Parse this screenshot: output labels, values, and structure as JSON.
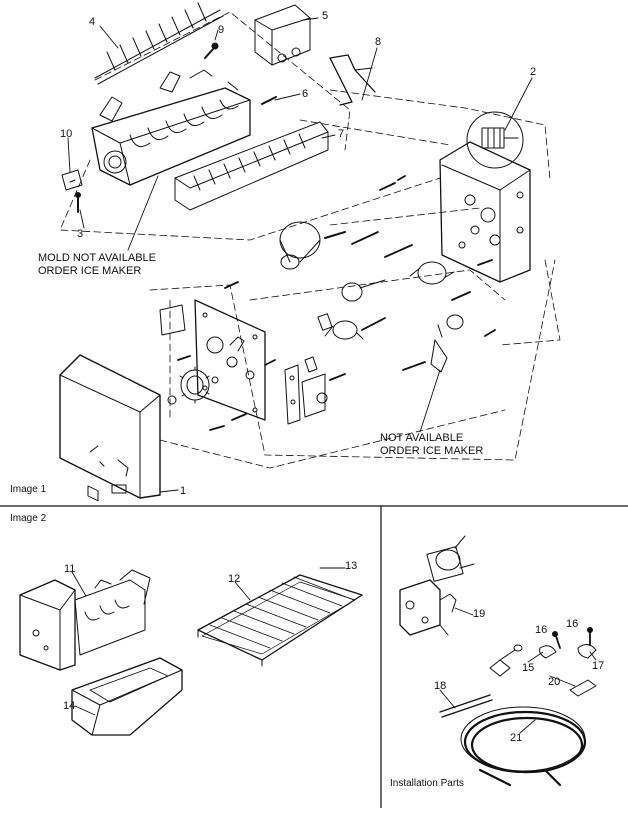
{
  "sections": {
    "image1": "Image 1",
    "image2": "Image 2",
    "installation": "Installation Parts"
  },
  "notes": {
    "mold_line1": "MOLD NOT AVAILABLE",
    "mold_line2": "ORDER ICE MAKER",
    "na_line1": "NOT AVAILABLE",
    "na_line2": "ORDER ICE MAKER"
  },
  "callouts": [
    "1",
    "2",
    "3",
    "4",
    "5",
    "6",
    "7",
    "8",
    "9",
    "10",
    "11",
    "12",
    "13",
    "14",
    "15",
    "16",
    "16",
    "17",
    "18",
    "19",
    "20",
    "21"
  ]
}
